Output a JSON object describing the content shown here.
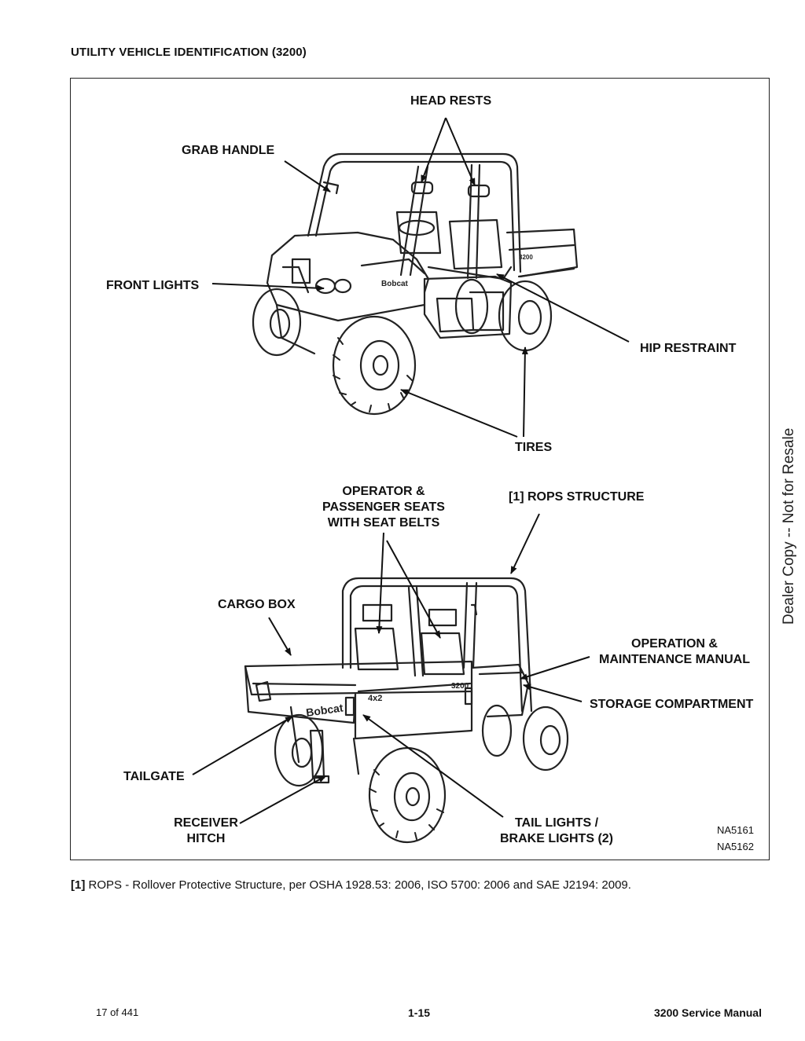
{
  "header": {
    "title": "UTILITY VEHICLE IDENTIFICATION (3200)"
  },
  "labels": {
    "head_rests": "HEAD RESTS",
    "grab_handle": "GRAB HANDLE",
    "front_lights": "FRONT LIGHTS",
    "hip_restraint": "HIP RESTRAINT",
    "tires": "TIRES",
    "operator_seats": [
      "OPERATOR &",
      "PASSENGER SEATS",
      "WITH SEAT BELTS"
    ],
    "rops_structure": "[1] ROPS STRUCTURE",
    "cargo_box": "CARGO BOX",
    "operation_manual": [
      "OPERATION &",
      "MAINTENANCE MANUAL"
    ],
    "storage_compartment": "STORAGE COMPARTMENT",
    "tailgate": "TAILGATE",
    "receiver_hitch": [
      "RECEIVER",
      "HITCH"
    ],
    "tail_lights": [
      "TAIL LIGHTS /",
      "BRAKE LIGHTS (2)"
    ]
  },
  "figure_codes": [
    "NA5161",
    "NA5162"
  ],
  "vehicle_marks": {
    "brand": "Bobcat",
    "drive": "4x2",
    "model": "3200"
  },
  "footnote": {
    "ref": "[1]",
    "text": "ROPS - Rollover Protective Structure, per OSHA 1928.53: 2006, ISO 5700: 2006 and SAE J2194: 2009."
  },
  "side_note": "Dealer Copy -- Not for Resale",
  "footer": {
    "page_count": "17 of 441",
    "page_number": "1-15",
    "manual": "3200 Service Manual"
  }
}
